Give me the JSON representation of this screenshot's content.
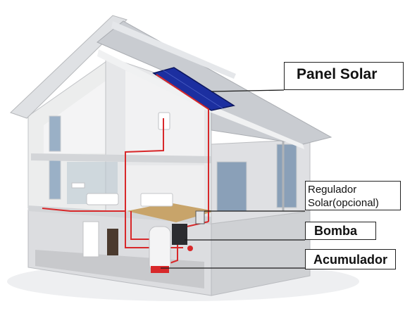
{
  "labels": {
    "panel_solar": "Panel Solar",
    "regulador_line1": "Regulador",
    "regulador_line2": "Solar(opcional)",
    "bomba": "Bomba",
    "acumulador": "Acumulador"
  },
  "colors": {
    "pipe": "#d8282a",
    "solar_panel": "#1c2fa0",
    "roof": "#c9ccd1",
    "wall": "#e7e8ea",
    "floor_wood": "#c8a46a",
    "background": "#ffffff"
  }
}
